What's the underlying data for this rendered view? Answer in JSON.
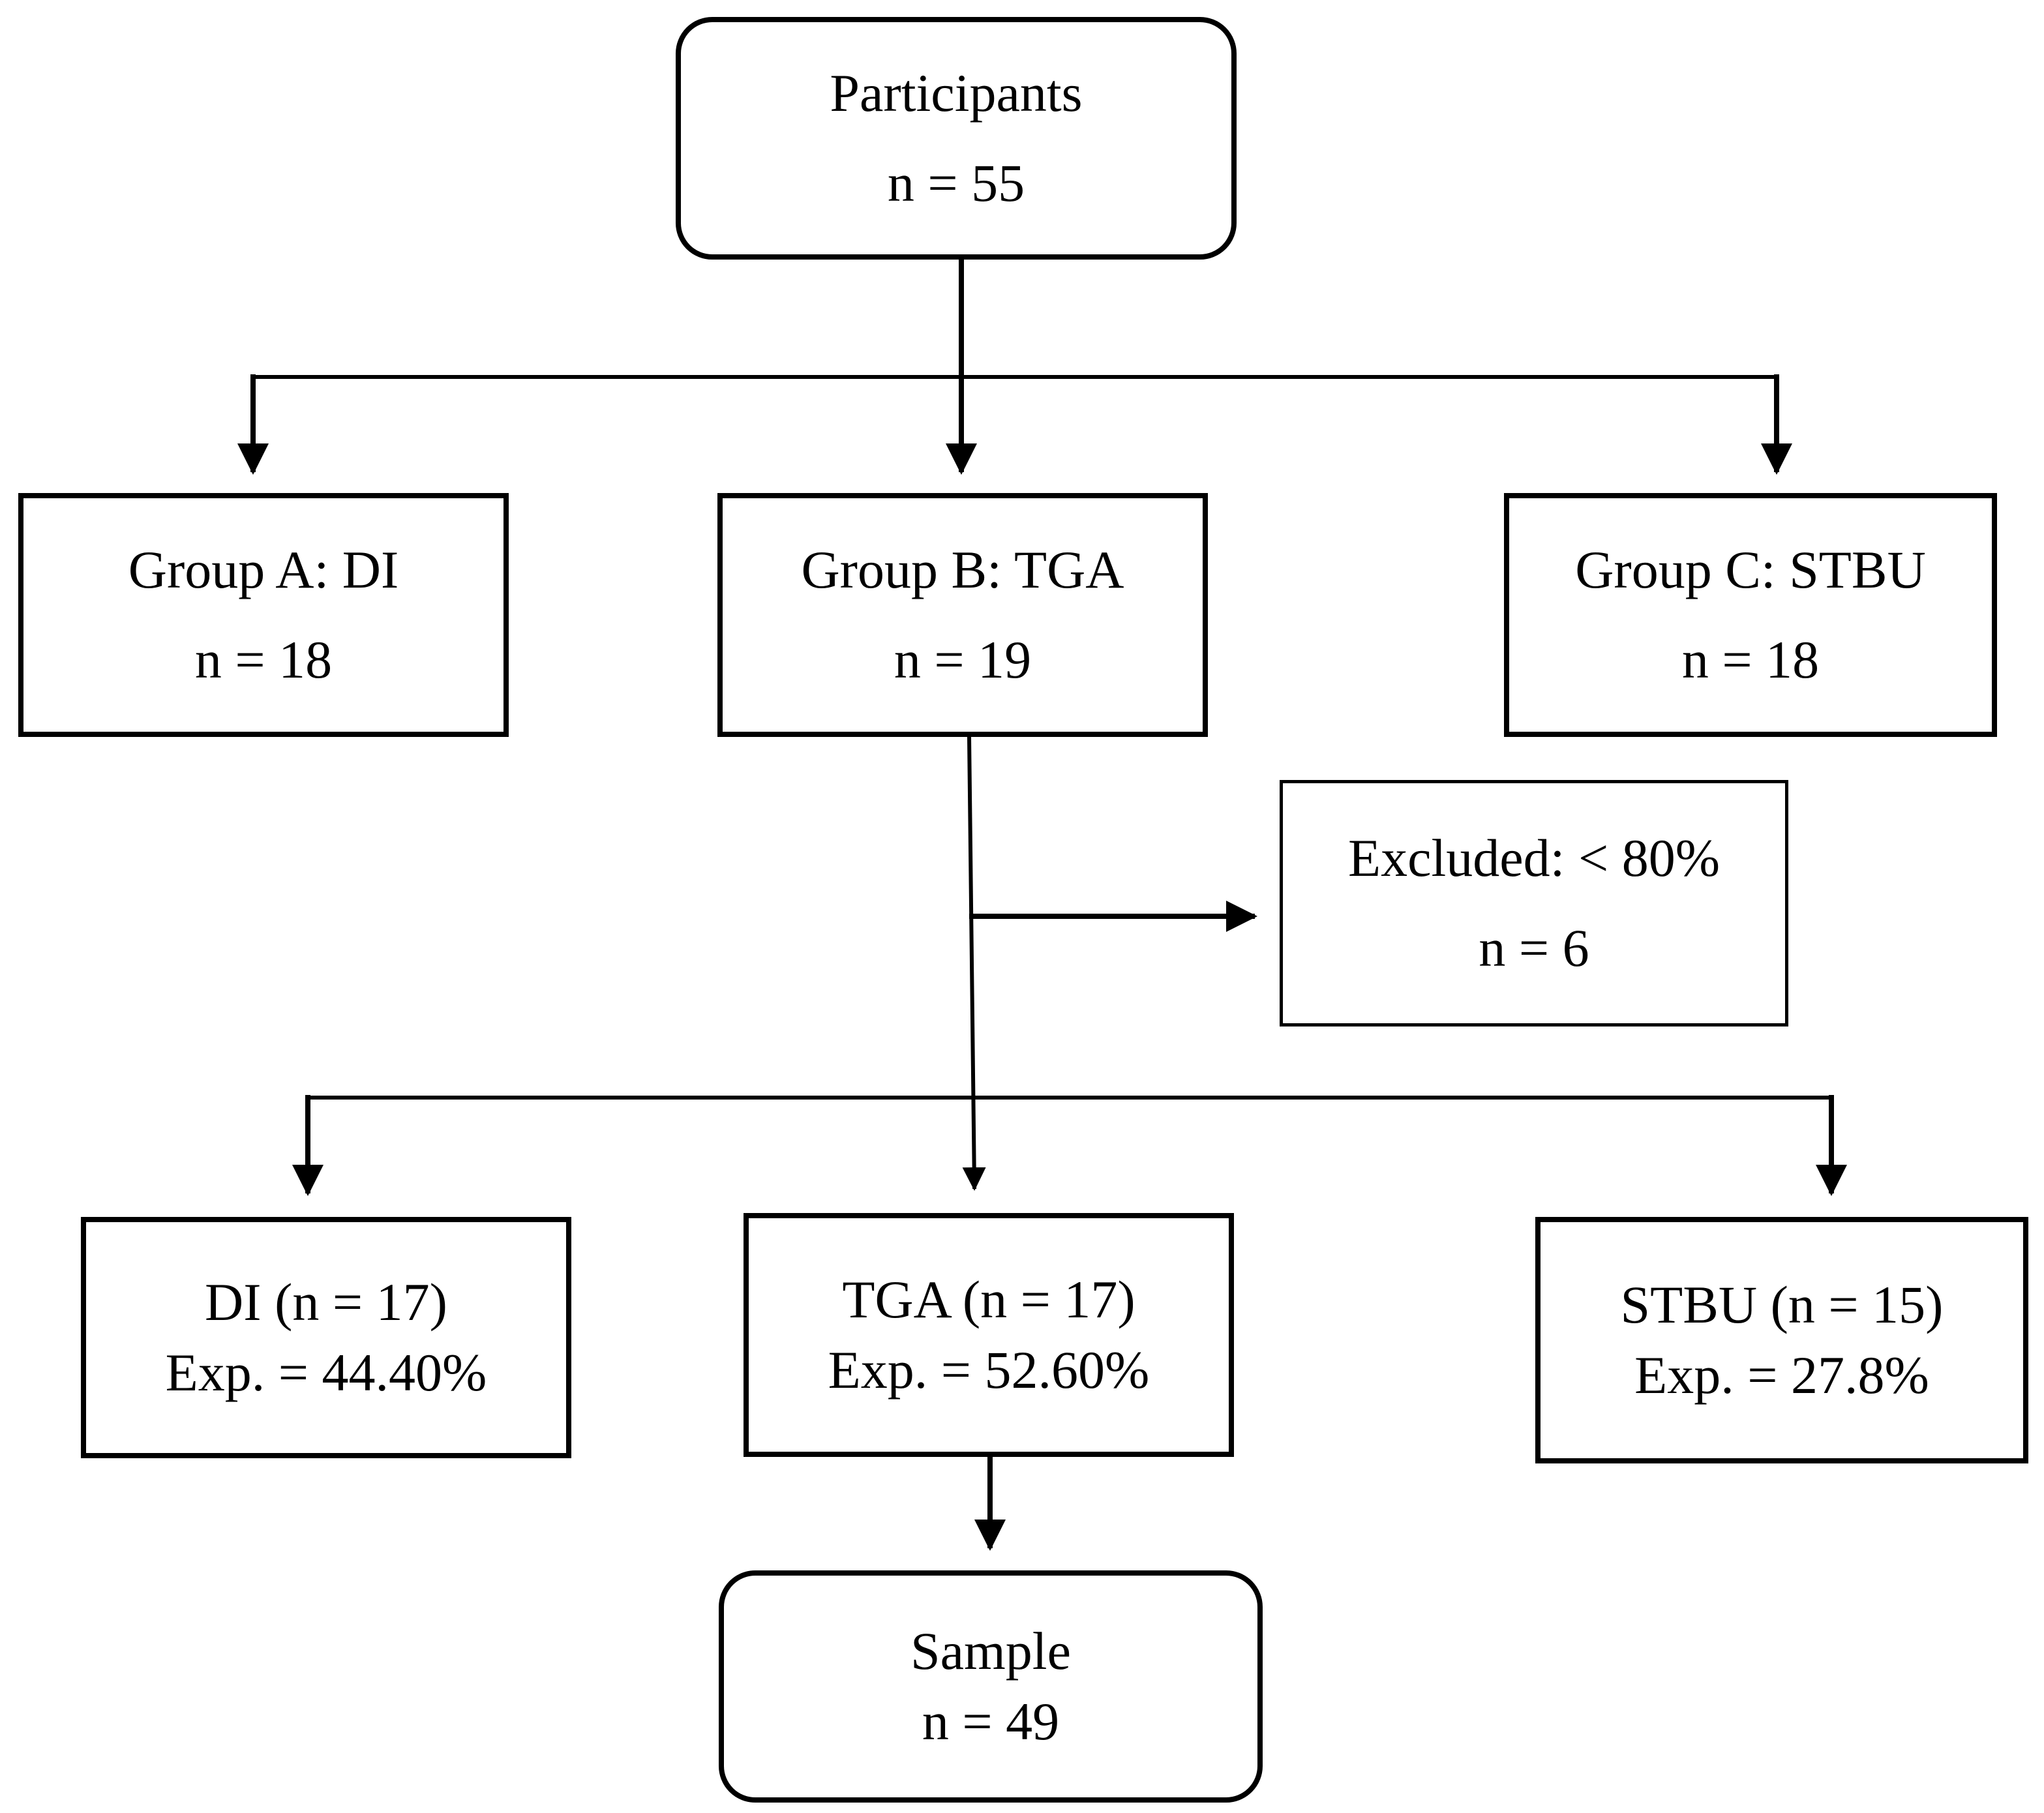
{
  "nodes": {
    "participants": {
      "title": "Participants",
      "count": "n = 55"
    },
    "group_a": {
      "title": "Group A: DI",
      "count": "n = 18"
    },
    "group_b": {
      "title": "Group B: TGA",
      "count": "n = 19"
    },
    "group_c": {
      "title": "Group C: STBU",
      "count": "n = 18"
    },
    "excluded": {
      "title": "Excluded: < 80%",
      "count": "n = 6"
    },
    "di": {
      "title": "DI (n = 17)",
      "count": "Exp. = 44.40%"
    },
    "tga": {
      "title": "TGA (n = 17)",
      "count": "Exp. = 52.60%"
    },
    "stbu": {
      "title": "STBU (n = 15)",
      "count": "Exp. = 27.8%"
    },
    "sample": {
      "title": "Sample",
      "count": "n = 49"
    }
  }
}
